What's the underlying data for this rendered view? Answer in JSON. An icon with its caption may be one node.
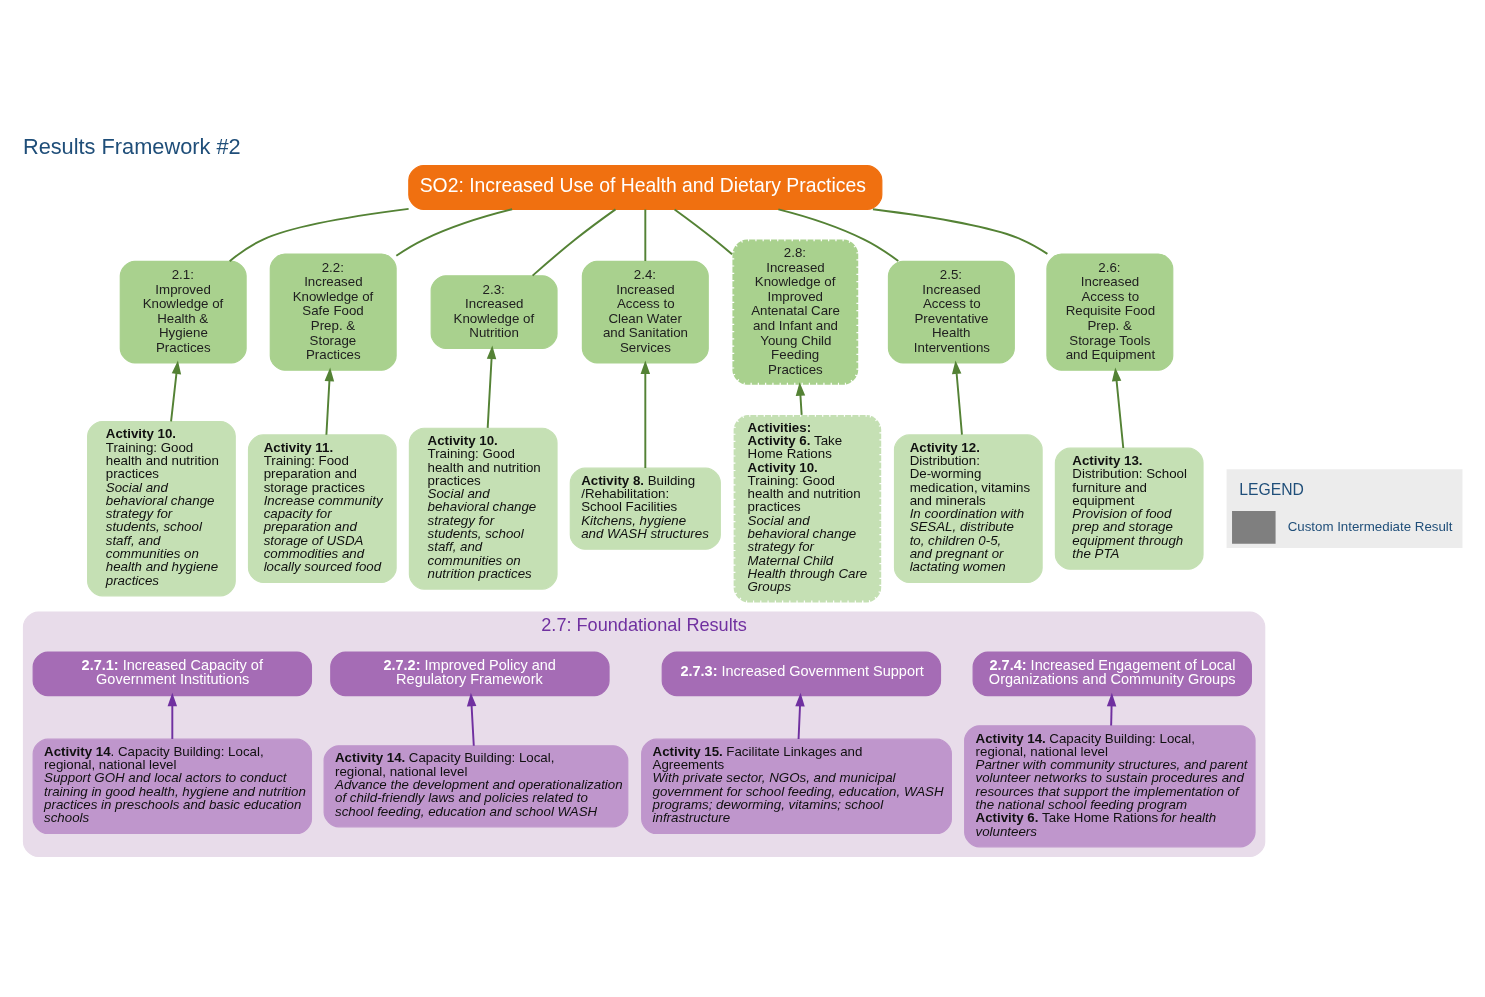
{
  "diagram": {
    "title": "Results Framework #2",
    "nodes": [
      {
        "text": [
          "SO2: Increased Use of Health and Dietary Practices"
        ]
      },
      {
        "text": [
          "2.1:",
          "Improved Knowledge of Health & Hygiene Practices"
        ]
      },
      {
        "text": [
          "2.2:",
          "Increased Knowledge of Safe Food Prep. & Storage Practices"
        ]
      },
      {
        "text": [
          "2.3:",
          "Increased Knowledge of Nutrition"
        ]
      },
      {
        "text": [
          "2.4:",
          "Increased Access to Clean Water and Sanitation Services"
        ]
      },
      {
        "text": [
          "2.8:",
          "Increased Knowledge of Improved Antenatal Care and Infant and Young Child Feeding Practices"
        ]
      },
      {
        "text": [
          "2.5:",
          "Increased Access to Preventative Health Interventions"
        ]
      },
      {
        "text": [
          "2.6:",
          "Increased Access to Requisite Food Prep. & Storage Tools and Equipment"
        ]
      },
      {
        "text": [
          "**Activity 10.**",
          "Training: Good health and nutrition practices",
          "*Social and behavioral change strategy for students, school staff, and communities on health and hygiene practices*"
        ]
      },
      {
        "text": [
          "**Activity 11.**",
          "Training: Food preparation and storage practices",
          "*Increase community capacity for preparation and storage of USDA commodities and locally sourced food*"
        ]
      },
      {
        "text": [
          "**Activity 10.**",
          "Training: Good health and nutrition practices",
          "*Social and behavioral change strategy for students, school staff, and communities on nutrition practices*"
        ]
      },
      {
        "text": [
          "**Activity 8.** Building /Rehabilitation: School Facilities",
          "*Kitchens, hygiene and WASH structures*"
        ]
      },
      {
        "text": [
          "**Activities:**",
          "**Activity 6.** Take Home Rations",
          "**Activity 10.**",
          "Training: Good health and nutrition practices",
          "*Social and behavioral change strategy for Maternal Child Health through Care Groups*"
        ]
      },
      {
        "text": [
          "**Activity 12.**",
          "Distribution: De-worming medication, vitamins and minerals",
          "*In coordination with SESAL, distribute to, children 0-5, and pregnant or lactating women*"
        ]
      },
      {
        "text": [
          "**Activity 13.**",
          "Distribution: School furniture and equipment",
          "*Provision of food prep and storage equipment through the PTA*"
        ]
      },
      {
        "text": [
          "2.7: Foundational Results"
        ]
      },
      {
        "text": [
          "**2.7.1:** Increased Capacity of Government Institutions"
        ],
        "in": 15
      },
      {
        "text": [
          "**2.7.2:** Improved Policy and Regulatory Framework"
        ],
        "in": 15
      },
      {
        "text": [
          "**2.7.3:** Increased Government Support"
        ],
        "in": 15
      },
      {
        "text": [
          "**2.7.4:** Increased Engagement of Local Organizations and Community Groups"
        ],
        "in": 15
      },
      {
        "text": [
          "**Activity 14**. Capacity Building: Local, regional, national level",
          "*Support GOH and local actors to conduct training in good health, hygiene and nutrition practices in preschools and basic education schools*"
        ],
        "in": 15
      },
      {
        "text": [
          "**Activity 14.** Capacity Building: Local, regional, national level",
          "*Advance the development and operationalization of child-friendly laws and policies related to school feeding, education and school WASH*"
        ],
        "in": 15
      },
      {
        "text": [
          "**Activity 15.** Facilitate Linkages and Agreements",
          "*With private sector, NGOs, and municipal government for school feeding, education, WASH programs; deworming, vitamins; school infrastructure*"
        ],
        "in": 15
      },
      {
        "text": [
          "**Activity 14.** Capacity Building: Local, regional, national level",
          "*Partner with community structures, and parent volunteer networks to sustain procedures and resources that support the implementation of the national school feeding program*",
          "**Activity 6.** Take Home Rations *for health volunteers*"
        ],
        "in": 15
      }
    ],
    "edges": [
      {
        "from": 1,
        "to": 0,
        "arrow": "none"
      },
      {
        "from": 2,
        "to": 0,
        "arrow": "none"
      },
      {
        "from": 3,
        "to": 0,
        "arrow": "none"
      },
      {
        "from": 4,
        "to": 0,
        "arrow": "none"
      },
      {
        "from": 5,
        "to": 0,
        "arrow": "none"
      },
      {
        "from": 6,
        "to": 0,
        "arrow": "none"
      },
      {
        "from": 7,
        "to": 0,
        "arrow": "none"
      },
      {
        "from": 8,
        "to": 1,
        "arrow": "to"
      },
      {
        "from": 9,
        "to": 2,
        "arrow": "to"
      },
      {
        "from": 10,
        "to": 3,
        "arrow": "to"
      },
      {
        "from": 11,
        "to": 4,
        "arrow": "to"
      },
      {
        "from": 12,
        "to": 5,
        "arrow": "to"
      },
      {
        "from": 13,
        "to": 6,
        "arrow": "to"
      },
      {
        "from": 14,
        "to": 7,
        "arrow": "to"
      },
      {
        "from": 20,
        "to": 16,
        "arrow": "to",
        "color": "#7030a0"
      },
      {
        "from": 21,
        "to": 17,
        "arrow": "to",
        "color": "#7030a0"
      },
      {
        "from": 22,
        "to": 18,
        "arrow": "to",
        "color": "#7030a0"
      },
      {
        "from": 23,
        "to": 19,
        "arrow": "to",
        "color": "#7030a0"
      }
    ],
    "labels": [
      "LEGEND"
    ],
    "legend": [
      {
        "text": "Custom Intermediate Result"
      }
    ]
  }
}
